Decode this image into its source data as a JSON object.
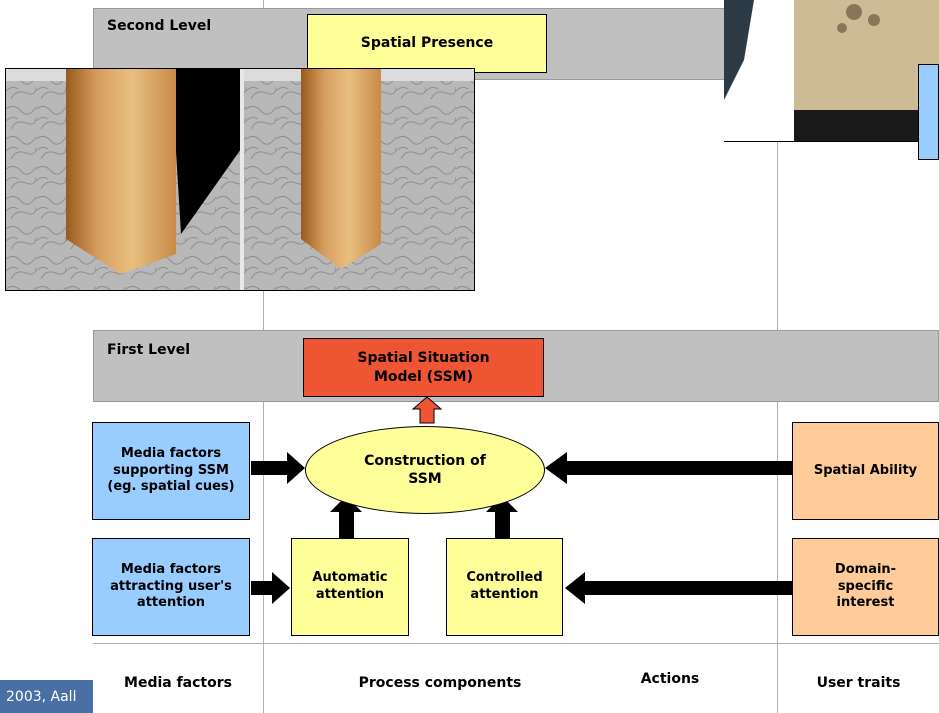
{
  "second_level": {
    "label": "Second Level",
    "spatial_presence": "Spatial Presence"
  },
  "first_level": {
    "label": "First Level",
    "ssm": "Spatial Situation Model (SSM)"
  },
  "construction": "Construction of SSM",
  "media_factors": {
    "supporting": "Media factors supporting SSM (eg. spatial cues)",
    "attracting": "Media factors attracting user's attention"
  },
  "attention": {
    "automatic": "Automatic attention",
    "controlled": "Controlled attention"
  },
  "user_traits": {
    "spatial_ability": "Spatial Ability",
    "domain_interest": "Domain-specific interest"
  },
  "footer": {
    "media_factors": "Media factors",
    "process_components": "Process components",
    "actions": "Actions",
    "user_traits": "User traits",
    "copyright_fragment": "2003, Aall"
  },
  "colors": {
    "blue": "#99ccff",
    "yellow": "#ffff99",
    "orange": "#ffcc99",
    "red": "#ee5533",
    "band": "#c0c0c0"
  }
}
